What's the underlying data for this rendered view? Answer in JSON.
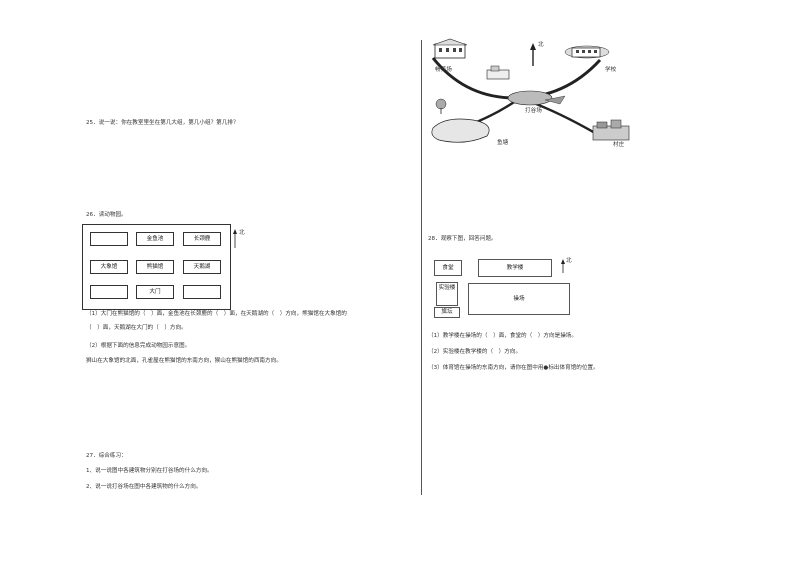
{
  "q25": {
    "text": "25．说一说：你在教室里坐在第几大组，第几小组？第几排？"
  },
  "q26": {
    "title": "26．读动物园。",
    "north": "北",
    "cells": {
      "r1c1": "",
      "r1c2": "金鱼池",
      "r1c3": "长颈鹿",
      "r2c1": "大象馆",
      "r2c2": "熊猫馆",
      "r2c3": "天鹅湖",
      "r3c1": "",
      "r3c2": "大门",
      "r3c3": ""
    },
    "line1": "（1）大门在熊猫馆的（　）面，金鱼池在长颈鹿的（　）面，在天鹅湖的（　）方向，熊猫馆在大象馆的",
    "line2": "（　）面，天鹅湖在大门的（　）方向。",
    "line3": "（2）根据下面的信息完成动物园示意图。",
    "line4": "狮山在大象馆的北面，孔雀屋在熊猫馆的东南方向，猴山在熊猫馆的西南方向。"
  },
  "q27": {
    "title": "27．综合练习：",
    "line1": "1、说一说图中各建筑物分别在打谷场的什么方向。",
    "line2": "2、说一说打谷场在图中各建筑物的什么方向。",
    "map": {
      "north": "北",
      "building1": "畅养场",
      "building2": "学校",
      "center": "打谷场",
      "pond": "鱼塘",
      "village": "村庄"
    }
  },
  "q28": {
    "title": "28．观察下图，回答问题。",
    "map": {
      "canteen": "食堂",
      "teaching": "教学楼",
      "lab": "实验楼",
      "playground": "操场",
      "flag": "旗坛",
      "north": "北"
    },
    "line1": "（1）教学楼在操场的（　）面，食堂的（　）方向是操场。",
    "line2": "（2）实验楼在教学楼的（　）方向。",
    "line3": "（3）体育馆在操场的东南方向，请你在图中用●标出体育馆的位置。"
  }
}
